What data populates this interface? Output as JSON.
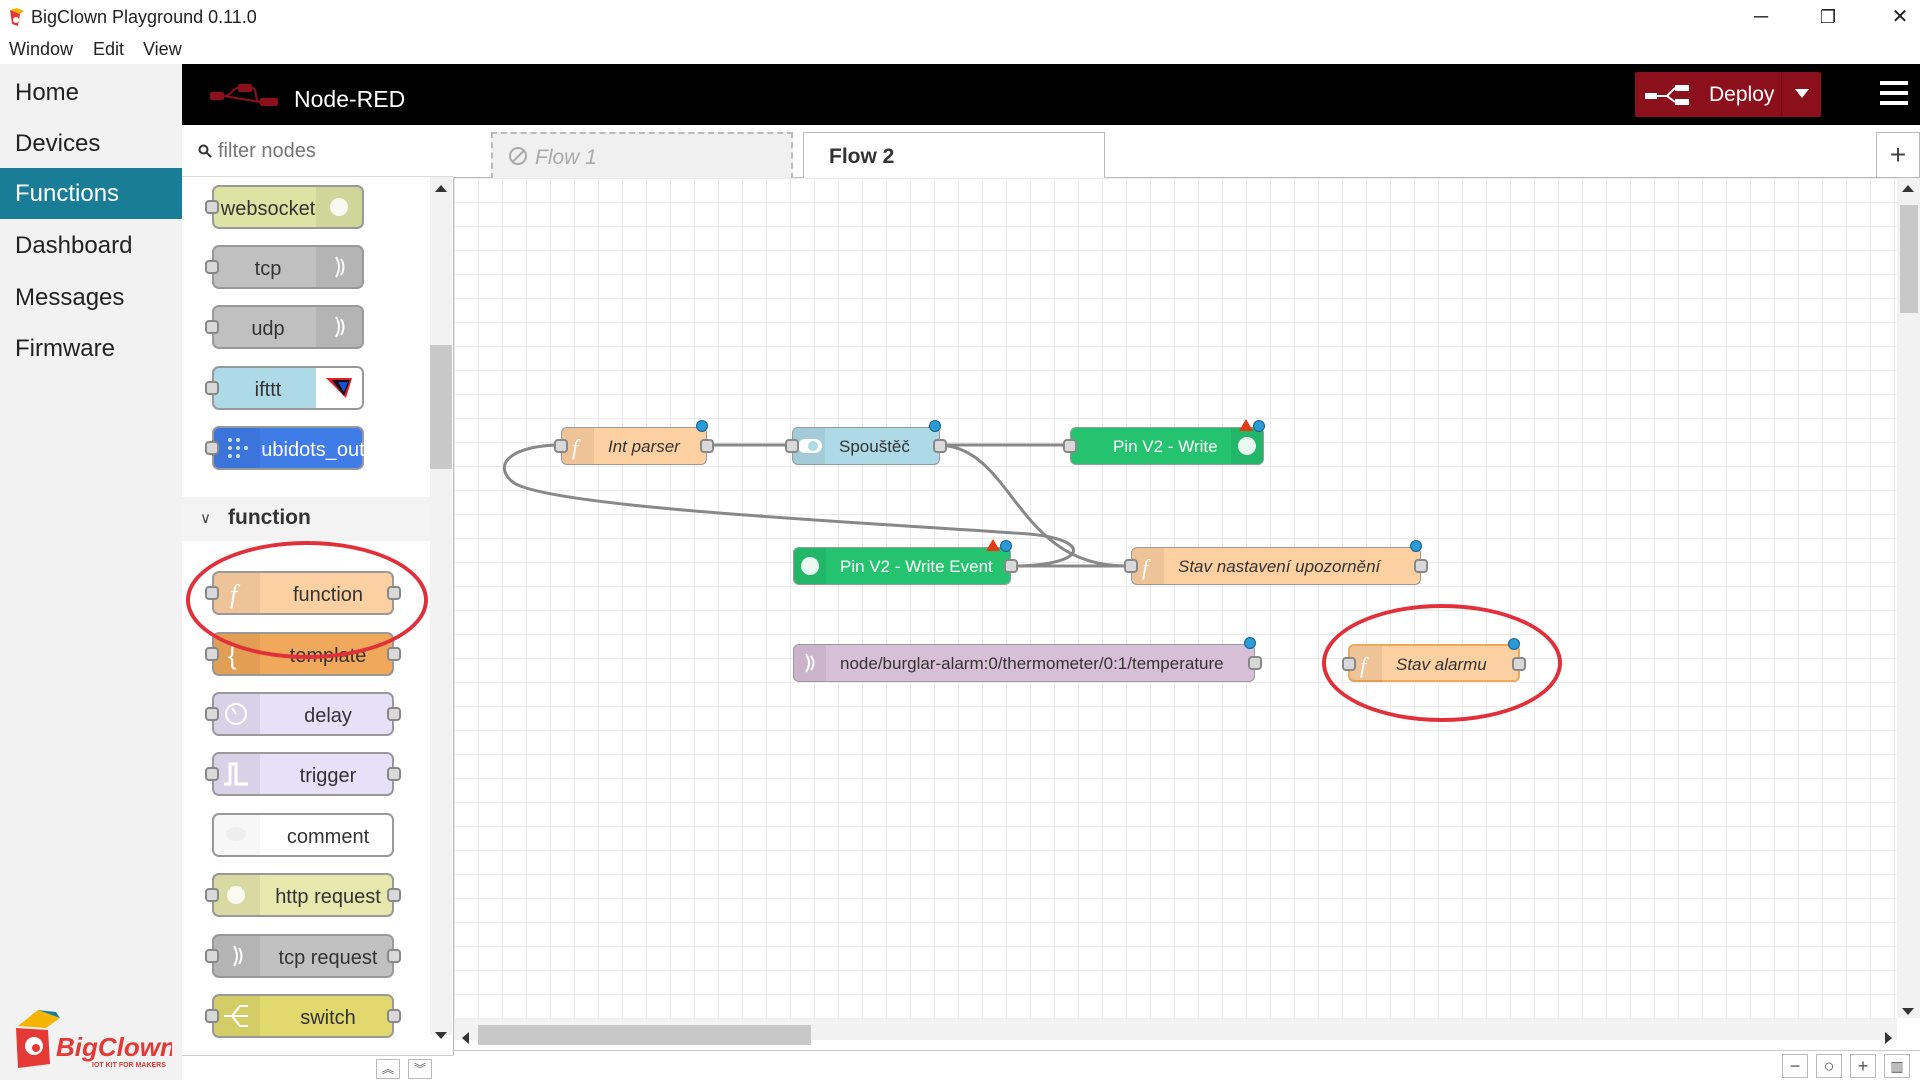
{
  "window": {
    "title": "BigClown Playground 0.11.0",
    "minimize": "─",
    "restore": "❐",
    "close": "✕"
  },
  "menu": [
    "Window",
    "Edit",
    "View"
  ],
  "nav": [
    "Home",
    "Devices",
    "Functions",
    "Dashboard",
    "Messages",
    "Firmware"
  ],
  "nav_active": "Functions",
  "logo": {
    "text": "BigClown",
    "tagline": "IOT KIT FOR MAKERS"
  },
  "header": {
    "title": "Node-RED",
    "deploy_label": "Deploy"
  },
  "palette": {
    "filter_placeholder": "filter nodes",
    "network_nodes": [
      "websocket",
      "tcp",
      "udp",
      "ifttt",
      "ubidots_out"
    ],
    "category": "function",
    "function_nodes": [
      "function",
      "template",
      "delay",
      "trigger",
      "comment",
      "http request",
      "tcp request",
      "switch"
    ]
  },
  "tabs": [
    {
      "label": "Flow 1",
      "disabled": true
    },
    {
      "label": "Flow 2",
      "active": true
    }
  ],
  "flow_nodes": {
    "int_parser": "Int parser",
    "spoustec": "Spouštěč",
    "pin_write": "Pin V2 - Write",
    "pin_write_event": "Pin V2 - Write Event",
    "stav_nastaveni": "Stav nastavení upozornění",
    "mqtt_topic": "node/burglar-alarm:0/thermometer/0:1/temperature",
    "stav_alarmu": "Stav alarmu"
  },
  "colors": {
    "active_nav": "#1a7d97",
    "deploy": "#8c101c",
    "function_node": "#fdd0a2",
    "websocket_node": "#dde4a3",
    "tcp_node": "#c0c0c0",
    "ifttt_node": "#aed9e6",
    "ubidots_node": "#3f7ce8",
    "template_node": "#f0a85a",
    "delay_node": "#e6e0f8",
    "http_node": "#e7e7ae",
    "switch_node": "#e2d96e",
    "pin_node": "#25c36f",
    "mqtt_node": "#d8bfd8",
    "annotation": "#e2303b"
  }
}
